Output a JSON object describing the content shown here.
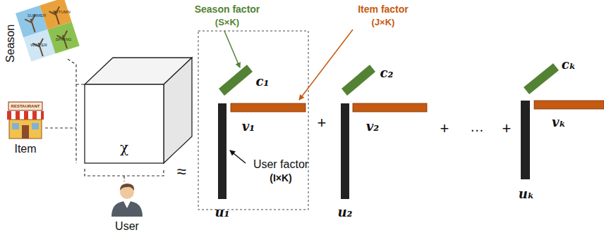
{
  "diagram": {
    "nodes": [
      {
        "text": [
          "χ"
        ]
      }
    ],
    "labels": [
      "Season",
      "SUMMER",
      "AUTUMN",
      "WINTER",
      "SPRING",
      "RESTAURANT",
      "Item",
      "User",
      "≈",
      "Season factor",
      "(S×K)",
      "Item factor",
      "(J×K)",
      "User factor",
      "(I×K)",
      "c₁",
      "v₁",
      "u₁",
      "+",
      "c₂",
      "v₂",
      "u₂",
      "+",
      "…",
      "+",
      "cₖ",
      "vₖ",
      "uₖ"
    ]
  }
}
